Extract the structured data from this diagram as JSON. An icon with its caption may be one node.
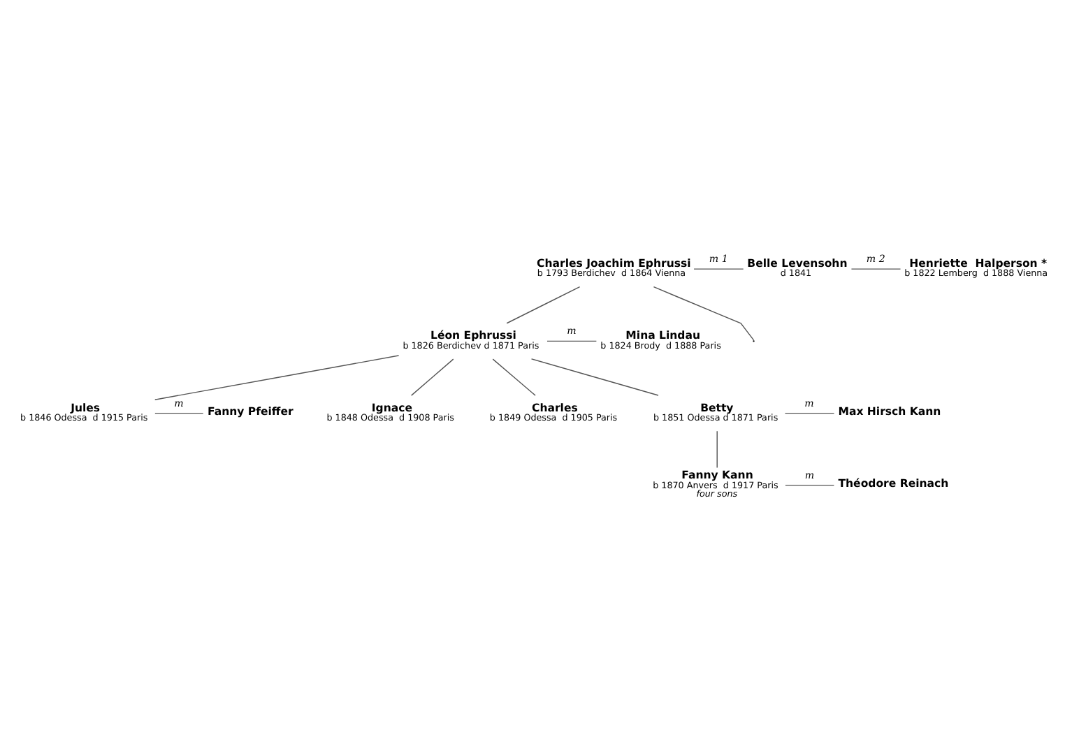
{
  "diagram": {
    "nodes": [
      {
        "text": [
          "Charles Joachim Ephrussi",
          "b 1793 Berdichev  d 1864 Vienna"
        ]
      },
      {
        "text": [
          "Belle Levensohn",
          "d 1841"
        ]
      },
      {
        "text": [
          "Henriette  Halperson *",
          "b 1822 Lemberg  d 1888 Vienna"
        ]
      },
      {
        "text": [
          "Léon Ephrussi",
          "b 1826 Berdichev d 1871 Paris"
        ]
      },
      {
        "text": [
          "Mina Lindau",
          "b 1824 Brody  d 1888 Paris"
        ]
      },
      {
        "text": [
          "Jules",
          "b 1846 Odessa  d 1915 Paris"
        ]
      },
      {
        "text": [
          "Fanny Pfeiffer"
        ]
      },
      {
        "text": [
          "Ignace",
          "b 1848 Odessa  d 1908 Paris"
        ]
      },
      {
        "text": [
          "Charles",
          "b 1849 Odessa  d 1905 Paris"
        ]
      },
      {
        "text": [
          "Betty",
          "b 1851 Odessa d 1871 Paris"
        ]
      },
      {
        "text": [
          "Max Hirsch Kann"
        ]
      },
      {
        "text": [
          "Fanny Kann",
          "b 1870 Anvers  d 1917 Paris"
        ],
        "beside": [
          "four sons"
        ]
      },
      {
        "text": [
          "Théodore Reinach"
        ]
      }
    ],
    "edges": [
      {
        "from": 0,
        "to": 1,
        "label": "m 1",
        "arrow": "none"
      },
      {
        "from": 1,
        "to": 2,
        "label": "m 2",
        "arrow": "none"
      },
      {
        "from": 0,
        "to": 3,
        "arrow": "none"
      },
      {
        "from": 0,
        "to": null,
        "arrow": "none"
      },
      {
        "from": 3,
        "to": 4,
        "label": "m",
        "arrow": "none"
      },
      {
        "from": 3,
        "to": 5,
        "arrow": "none"
      },
      {
        "from": 3,
        "to": 7,
        "arrow": "none"
      },
      {
        "from": 3,
        "to": 8,
        "arrow": "none"
      },
      {
        "from": 3,
        "to": 9,
        "arrow": "none"
      },
      {
        "from": 5,
        "to": 6,
        "label": "m",
        "arrow": "none"
      },
      {
        "from": 9,
        "to": 10,
        "label": "m",
        "arrow": "none"
      },
      {
        "from": 9,
        "to": 11,
        "arrow": "none"
      },
      {
        "from": 11,
        "to": 12,
        "label": "m",
        "arrow": "none"
      }
    ]
  }
}
